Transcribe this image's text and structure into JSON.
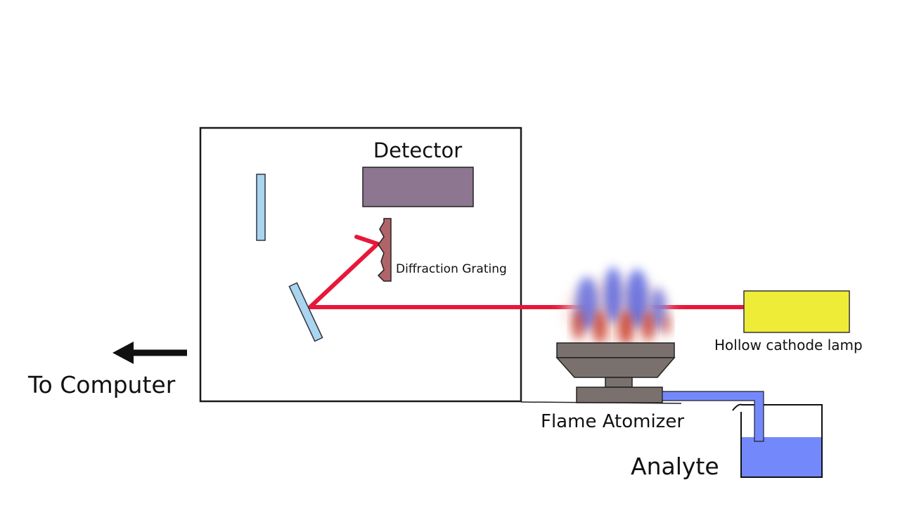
{
  "labels": {
    "detector": "Detector",
    "diffraction_grating": "Diffraction Grating",
    "hollow_cathode_lamp": "Hollow cathode lamp",
    "to_computer": "To Computer",
    "flame_atomizer": "Flame Atomizer",
    "analyte": "Analyte"
  },
  "colors": {
    "light_beam": "#e8173a",
    "mirror": "#a9d5ee",
    "detector": "#8d7690",
    "grating": "#b0646a",
    "lamp": "#eeec37",
    "burner": "#7a716e",
    "liquid": "#7389fb",
    "flame_red": "#c62d1e",
    "flame_blue": "#4f5fe0"
  }
}
